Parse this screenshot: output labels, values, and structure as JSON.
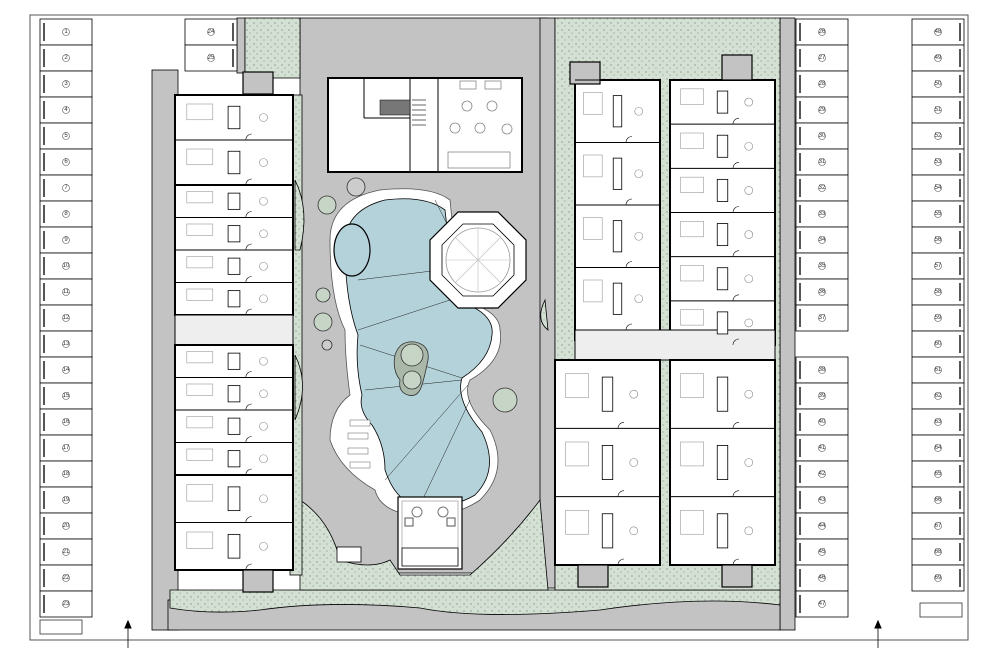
{
  "plan": {
    "parking_left_column": [
      "1",
      "2",
      "3",
      "4",
      "5",
      "6",
      "7",
      "8",
      "9",
      "10",
      "11",
      "12",
      "13",
      "14",
      "15",
      "16",
      "17",
      "18",
      "19",
      "20",
      "21",
      "22",
      "23"
    ],
    "parking_left_top": [
      "24",
      "25"
    ],
    "parking_right_inner_upper": [
      "26",
      "27",
      "28",
      "29",
      "30",
      "31",
      "32",
      "33",
      "34",
      "35",
      "36",
      "37"
    ],
    "parking_right_inner_lower": [
      "38",
      "39",
      "40",
      "41",
      "42",
      "43",
      "44",
      "45",
      "46",
      "47"
    ],
    "parking_right_outer": [
      "48",
      "49",
      "50",
      "51",
      "52",
      "53",
      "54",
      "55",
      "56",
      "57",
      "58",
      "59",
      "60",
      "61",
      "62",
      "63",
      "64",
      "65",
      "66",
      "67",
      "68",
      "69"
    ]
  },
  "colors": {
    "paving": "#c3c3c3",
    "landscape": "#d3e0d3",
    "pool": "#b4d2da",
    "wall": "#000000"
  }
}
